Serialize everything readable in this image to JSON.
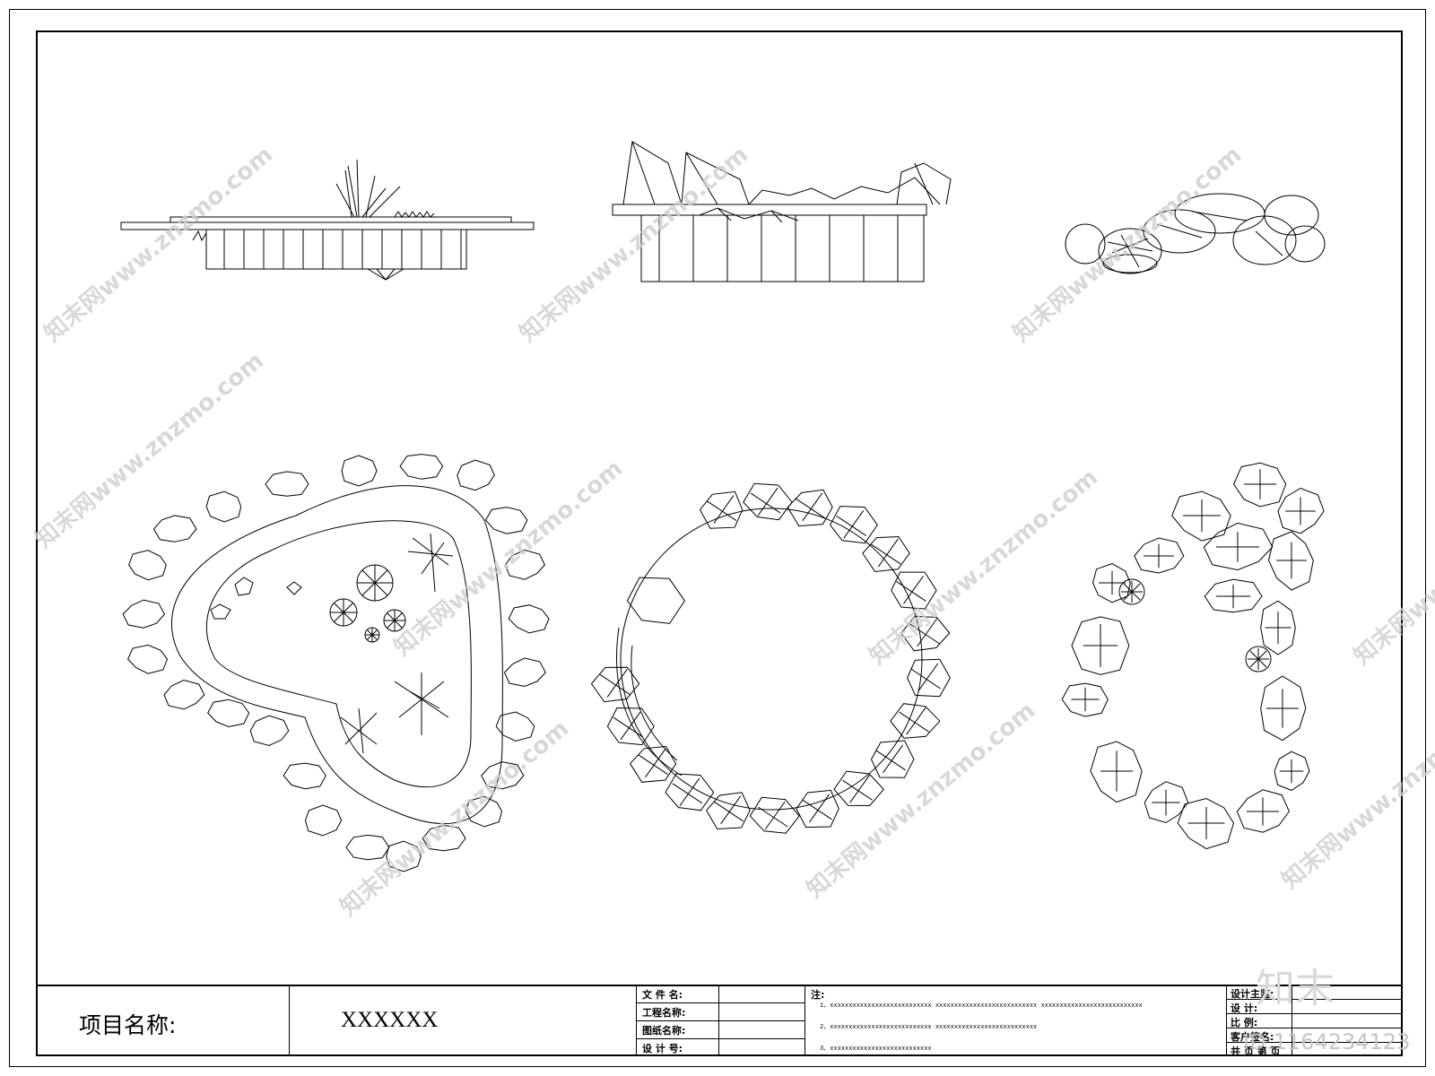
{
  "title_block": {
    "project_label": "项目名称:",
    "project_value": "XXXXXX",
    "fields_left": [
      "文 件 名:",
      "工程名称:",
      "图纸名称:",
      "设 计 号:"
    ],
    "notes_label": "注:",
    "notes": [
      "1、xxxxxxxxxxxxxxxxxxxxxxxxxxx   xxxxxxxxxxxxxxxxxxxxxxxxxxx   xxxxxxxxxxxxxxxxxxxxxxxxxxx",
      "2、xxxxxxxxxxxxxxxxxxxxxxxxxxx   xxxxxxxxxxxxxxxxxxxxxxxxxxx",
      "3、xxxxxxxxxxxxxxxxxxxxxxxxxxx"
    ],
    "fields_right": [
      "设计主监:",
      "设 计:",
      "比 例:",
      "客户签名:",
      "共 页   第 页"
    ]
  },
  "watermark_text": "知末网www.znzmo.com",
  "logo_text": "知末",
  "id_text": "ID:1164234123",
  "colors": {
    "line": "#000000",
    "watermark": "#cfcfcf"
  }
}
